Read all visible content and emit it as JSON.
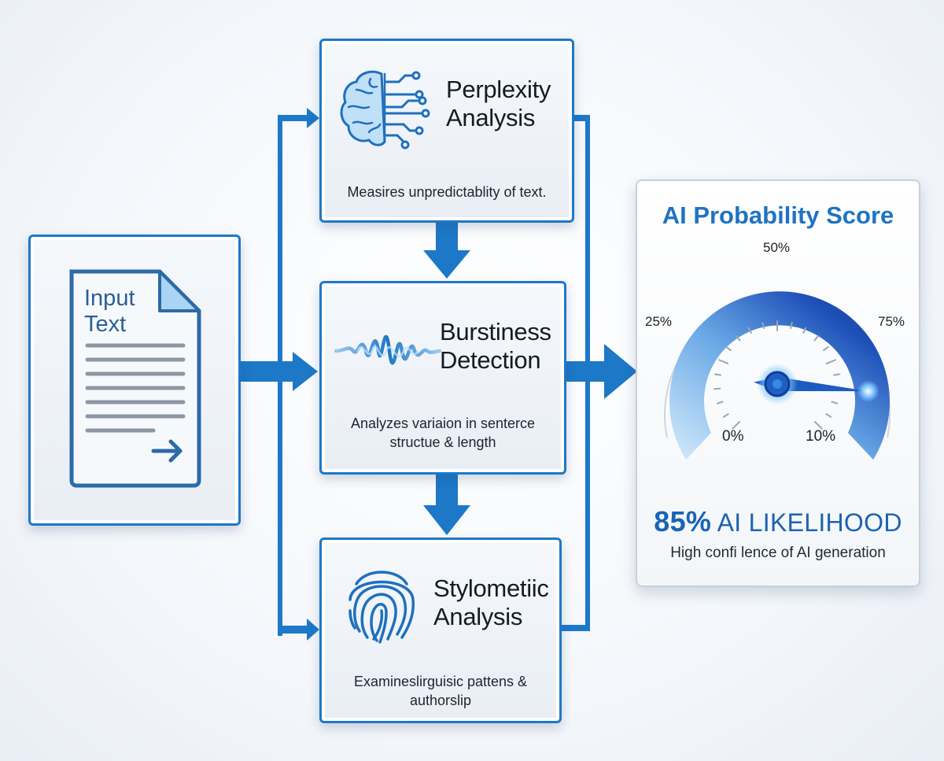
{
  "input": {
    "title": "Input Text"
  },
  "stages": [
    {
      "title_lines": [
        "Perplexity",
        "Analysis"
      ],
      "description_lines": [
        "Measires unpredictablity of text."
      ]
    },
    {
      "title_lines": [
        "Burstiness",
        "Detection"
      ],
      "description_lines": [
        "Analyzes variaion in senterce",
        "structue & length"
      ]
    },
    {
      "title_lines": [
        "Stylometiic",
        "Analysis"
      ],
      "description_lines": [
        "Examineslirguisic pattens &",
        "authorslip"
      ]
    }
  ],
  "score": {
    "title": "AI Probability Score",
    "gauge_labels": [
      "0%",
      "25%",
      "50%",
      "75%",
      "10%"
    ],
    "gauge_value": 0.85,
    "likelihood_value": "85%",
    "likelihood_label": "AI LIKELIHOOD",
    "confidence_text": "High confi lence of AI generation"
  },
  "colors": {
    "accent": "#1d78c8",
    "accent_dark": "#1a3a9a",
    "accent_light": "#9cc9ef",
    "text": "#141b24"
  },
  "icons": [
    "document-icon",
    "brain-circuit-icon",
    "waveform-icon",
    "fingerprint-icon",
    "gauge-needle-icon"
  ]
}
